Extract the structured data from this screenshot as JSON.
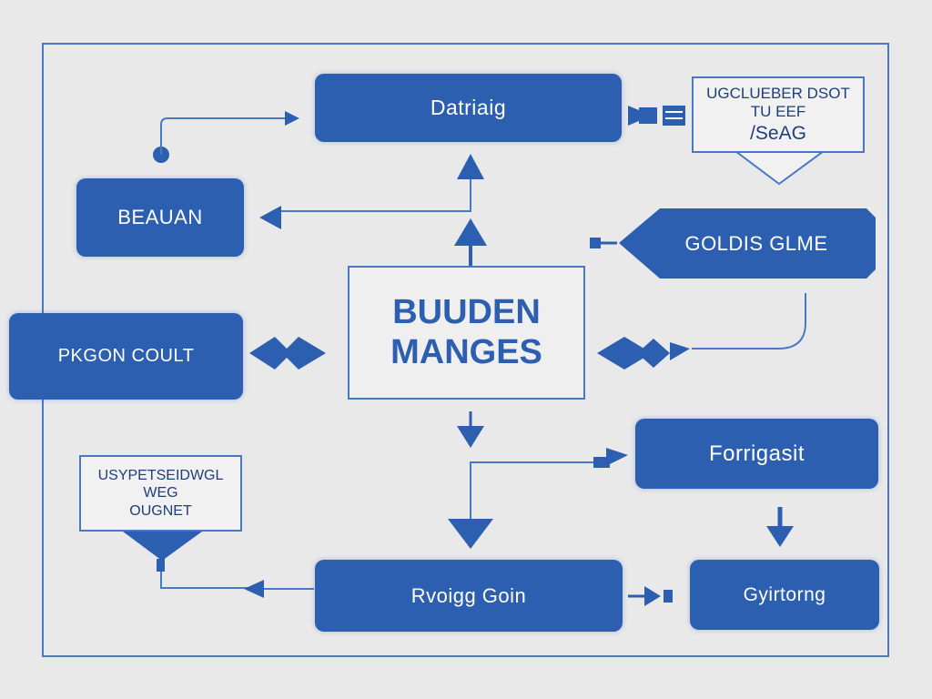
{
  "diagram": {
    "colors": {
      "background": "#e9e9ea",
      "node_fill": "#2d5fb0",
      "line": "#4a78c4",
      "node_text": "#ffffff",
      "center_text": "#2d5fb0"
    },
    "nodes": {
      "dataflow": "Datriaig",
      "beauan": "BEAUAN",
      "pkgon": "PKGON COULT",
      "goldis": "GOLDIS GLME",
      "forrigasit": "Forrigasit",
      "gyirtorng": "Gyirtorng",
      "rvoigg": "Rvoigg Goin"
    },
    "center": {
      "line1": "BUUDEN",
      "line2": "MANGES"
    },
    "notes": {
      "top": {
        "line1": "UGCLUEBER DSOT",
        "line2": "TU EEF",
        "line3": "/SeAG"
      },
      "left": {
        "line1": "USYPETSEIDWGL",
        "line2": "WEG",
        "line3": "OUGNET"
      }
    }
  }
}
